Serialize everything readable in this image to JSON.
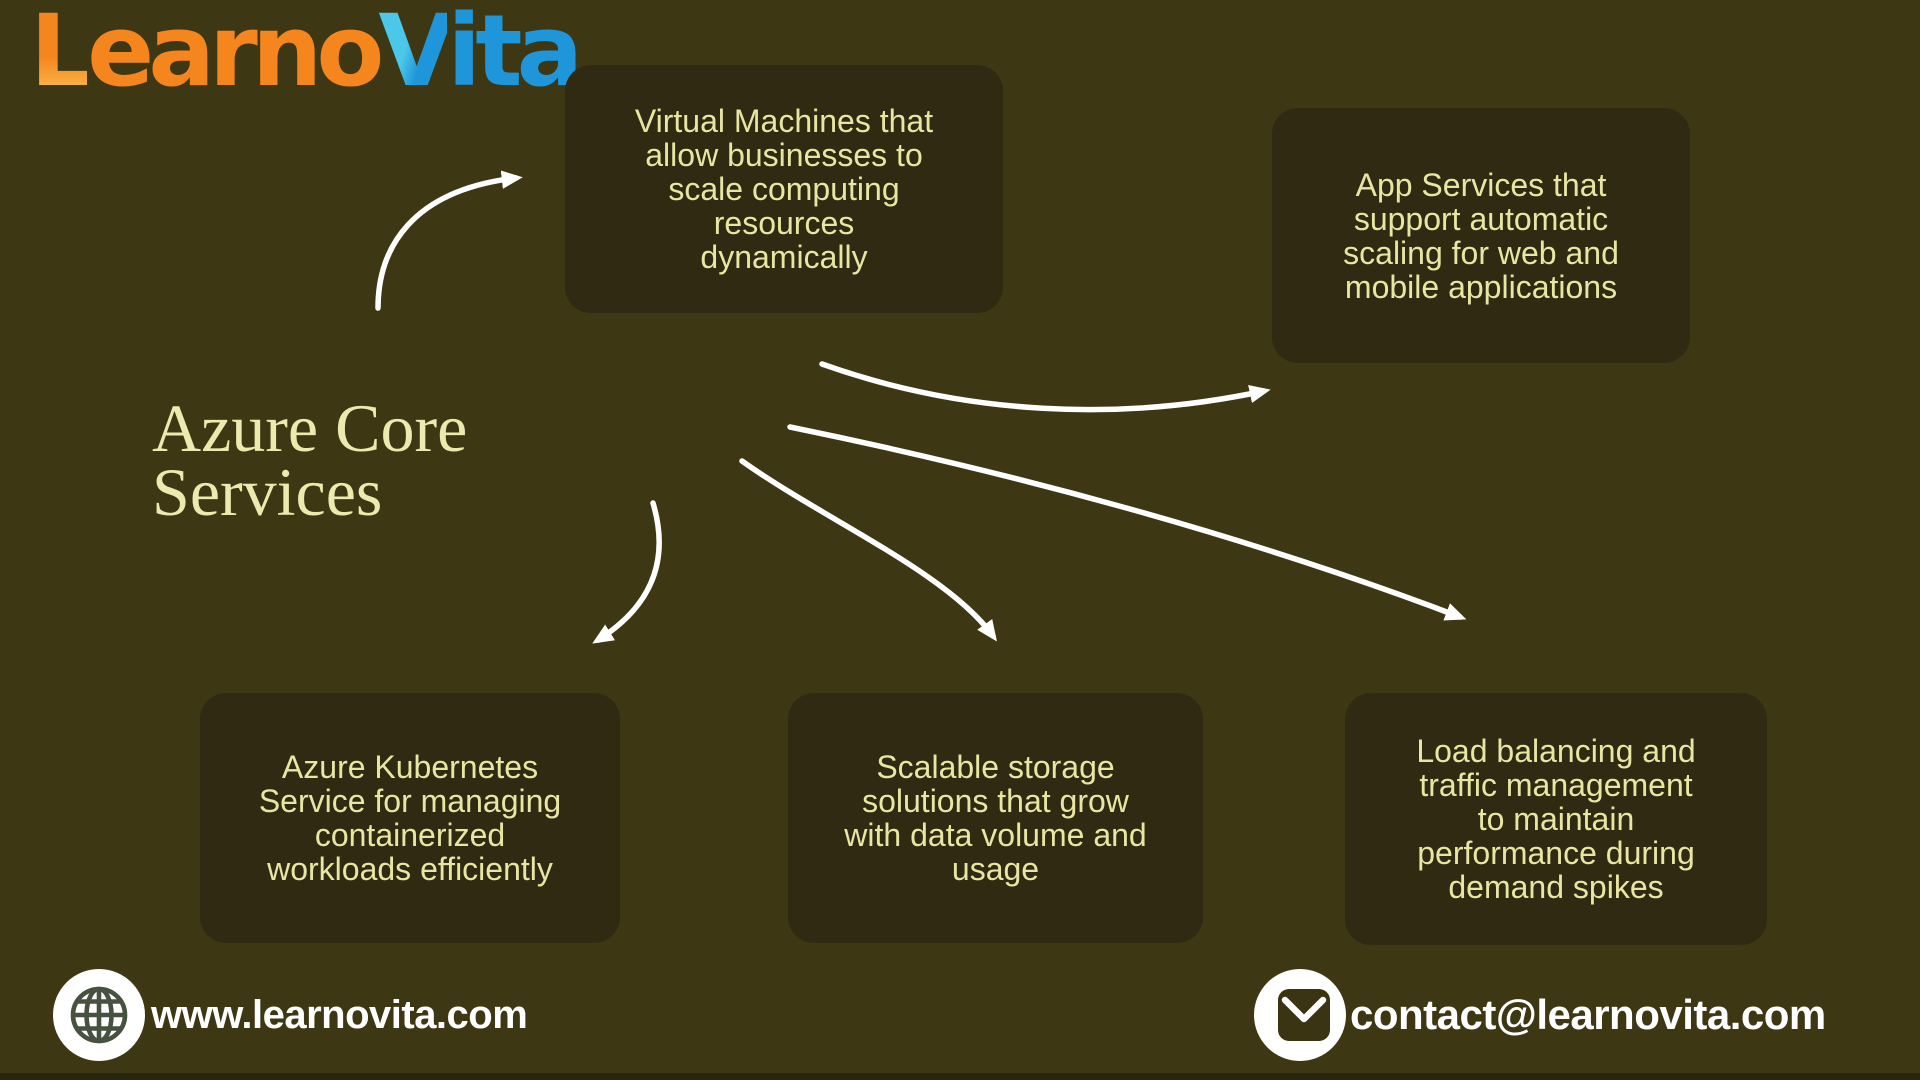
{
  "page": {
    "background_color": "#3E3713",
    "card_fill_color": "#2F2A11",
    "card_text_color": "#E9E6A4",
    "title_color": "#EDEAAF",
    "arrow_color": "#FFFFFF",
    "footer_text_color": "#FFFFFF"
  },
  "logo": {
    "l": "L",
    "earno": "earno",
    "v": "V",
    "ita": "ita",
    "full_text": "LearnoVita",
    "orange": "#F5861D",
    "orange_light": "#FBC658",
    "cyan": "#4AC7E9",
    "blue": "#1E96D9"
  },
  "title": {
    "text": "Azure Core\nServices"
  },
  "cards": [
    {
      "name": "virtual-machines",
      "text": "Virtual Machines that\nallow businesses to\nscale computing\nresources\ndynamically"
    },
    {
      "name": "app-services",
      "text": "App Services that\nsupport automatic\nscaling for web and\nmobile applications"
    },
    {
      "name": "azure-kubernetes-service",
      "text": "Azure Kubernetes\nService for managing\ncontainerized\nworkloads efficiently"
    },
    {
      "name": "scalable-storage",
      "text": "Scalable storage\nsolutions that grow\nwith data volume and\nusage"
    },
    {
      "name": "load-balancing",
      "text": "Load balancing and\ntraffic management\nto maintain\nperformance during\ndemand spikes"
    }
  ],
  "arrows": [
    {
      "name": "arrow-to-virtual-machines"
    },
    {
      "name": "arrow-to-app-services"
    },
    {
      "name": "arrow-to-load-balancing"
    },
    {
      "name": "arrow-to-scalable-storage"
    },
    {
      "name": "arrow-to-azure-kubernetes-service"
    }
  ],
  "footer": {
    "website": {
      "icon": "globe-icon",
      "label": "www.learnovita.com"
    },
    "email": {
      "icon": "mail-icon",
      "label": "contact@learnovita.com"
    }
  }
}
